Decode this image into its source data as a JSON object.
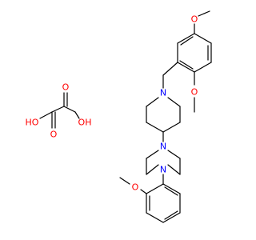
{
  "colors": {
    "bond": "#000000",
    "oxygen": "#ff0000",
    "nitrogen": "#0000ff",
    "background": "#ffffff"
  },
  "atoms": {
    "o_methoxy_top": "O",
    "o_methoxy_mid": "O",
    "n_piperidine": "N",
    "n_piperazine_top": "N",
    "n_piperazine_bottom": "N",
    "o_methoxy_bottom": "O",
    "oxalic_o_double_1": "O",
    "oxalic_o_double_2": "O",
    "oxalic_oh_left": "HO",
    "oxalic_oh_right": "OH"
  }
}
